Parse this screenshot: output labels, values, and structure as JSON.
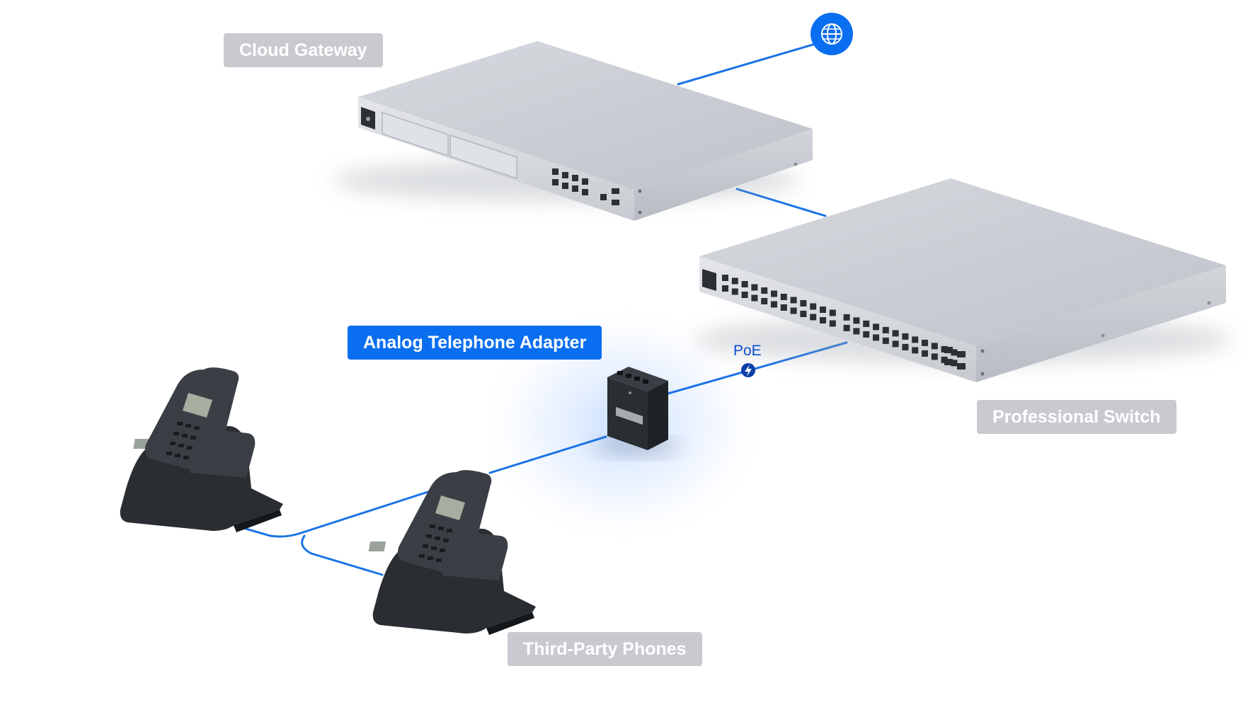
{
  "labels": {
    "cloud_gateway": "Cloud Gateway",
    "analog_telephone_adapter": "Analog Telephone Adapter",
    "professional_switch": "Professional Switch",
    "third_party_phones": "Third-Party Phones"
  },
  "connections": {
    "poe": "PoE"
  },
  "icons": {
    "internet": "globe-icon",
    "poe": "lightning-bolt-icon"
  },
  "colors": {
    "accent": "#0a6ef0",
    "link": "#1a73e8",
    "label_gray": "#c8cacf",
    "device_silver": "#c9ccd2",
    "phone_dark": "#2f3338"
  }
}
